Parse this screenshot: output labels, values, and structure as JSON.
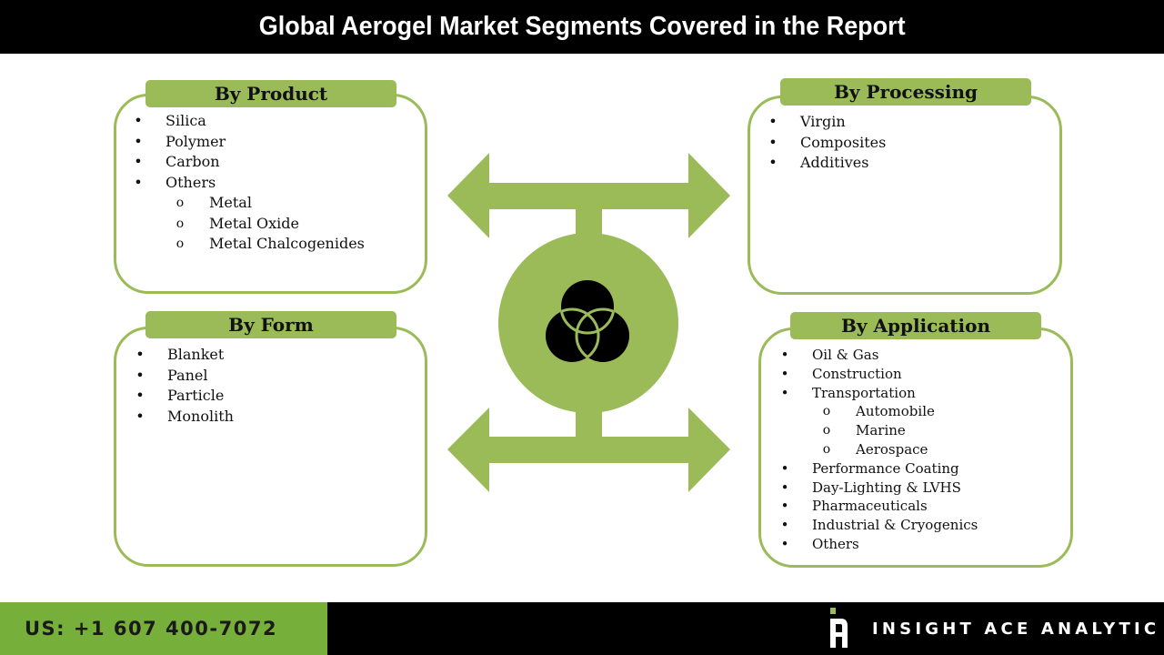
{
  "title": "Global Aerogel Market Segments Covered in the Report",
  "colors": {
    "accent_green": "#9bbb59",
    "footer_green": "#76b03b",
    "header_bg": "#000000",
    "text": "#111111"
  },
  "segments": {
    "product": {
      "title": "By Product",
      "items": [
        {
          "label": "Silica",
          "level": 1
        },
        {
          "label": "Polymer",
          "level": 1
        },
        {
          "label": "Carbon",
          "level": 1
        },
        {
          "label": "Others",
          "level": 1
        },
        {
          "label": "Metal",
          "level": 2
        },
        {
          "label": "Metal Oxide",
          "level": 2
        },
        {
          "label": "Metal Chalcogenides",
          "level": 2
        }
      ]
    },
    "processing": {
      "title": "By Processing",
      "items": [
        {
          "label": "Virgin",
          "level": 1
        },
        {
          "label": "Composites",
          "level": 1
        },
        {
          "label": "Additives",
          "level": 1
        }
      ]
    },
    "form": {
      "title": "By Form",
      "items": [
        {
          "label": "Blanket",
          "level": 1
        },
        {
          "label": "Panel",
          "level": 1
        },
        {
          "label": "Particle",
          "level": 1
        },
        {
          "label": "Monolith",
          "level": 1
        }
      ]
    },
    "application": {
      "title": "By Application",
      "items": [
        {
          "label": "Oil & Gas",
          "level": 1
        },
        {
          "label": "Construction",
          "level": 1
        },
        {
          "label": "Transportation",
          "level": 1
        },
        {
          "label": "Automobile",
          "level": 2
        },
        {
          "label": "Marine",
          "level": 2
        },
        {
          "label": "Aerospace",
          "level": 2
        },
        {
          "label": "Performance Coating",
          "level": 1
        },
        {
          "label": "Day-Lighting & LVHS",
          "level": 1
        },
        {
          "label": "Pharmaceuticals",
          "level": 1
        },
        {
          "label": "Industrial & Cryogenics",
          "level": 1
        },
        {
          "label": "Others",
          "level": 1
        }
      ]
    }
  },
  "bullets": {
    "level1": "•",
    "level2": "o"
  },
  "center_icon": "venn-three-circles-icon",
  "footer": {
    "phone": "US: +1 607 400-7072",
    "brand": "INSIGHT ACE ANALYTIC",
    "logo_icon": "insight-ace-logo-icon"
  }
}
